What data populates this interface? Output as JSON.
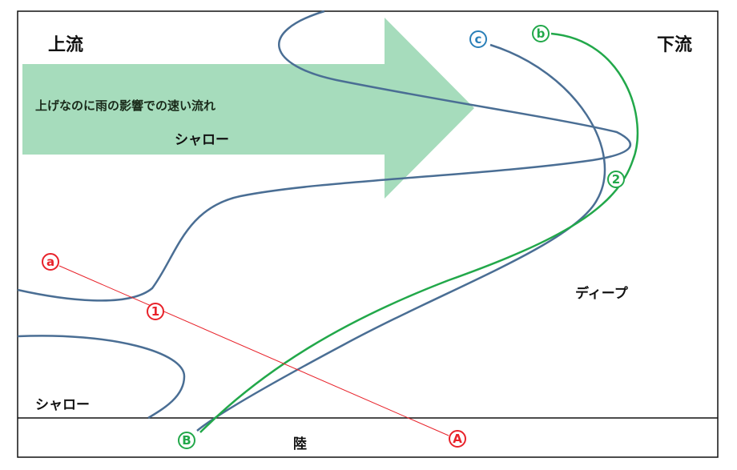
{
  "labels": {
    "upstream": "上流",
    "downstream": "下流",
    "arrow_line1": "上げなのに雨の影響での速い流れ",
    "arrow_line2": "シャロー",
    "deep": "ディープ",
    "shallow_bottom": "シャロー",
    "land": "陸"
  },
  "markers": {
    "a": "a",
    "b": "b",
    "c": "c",
    "one": "1",
    "two": "2",
    "A": "A",
    "B": "B"
  },
  "colors": {
    "arrow_fill": "#a6dcbc",
    "depth_line": "#4a6e94",
    "red": "#e8222a",
    "green": "#22a84a",
    "blue": "#2a7fb8",
    "border": "#111111"
  }
}
